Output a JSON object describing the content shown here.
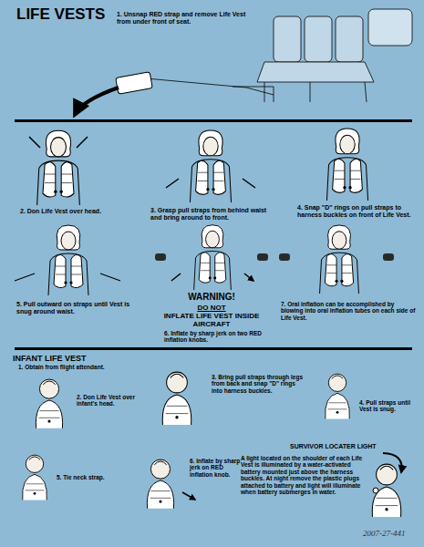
{
  "diagram": {
    "title": "LIFE VESTS",
    "labels": [
      "1. Unsnap RED strap and remove Life Vest from under front of seat.",
      "2. Don Life Vest over head.",
      "3. Grasp pull straps from behind waist and bring around to front.",
      "4. Snap \"D\" rings on pull straps to harness buckles on front of Life Vest.",
      "5. Pull outward on straps until Vest is snug around waist.",
      "WARNING!",
      "DO NOT",
      "INFLATE LIFE VEST INSIDE AIRCRAFT",
      "6. Inflate by sharp jerk on two RED inflation knobs.",
      "7. Oral inflation can be accomplished by blowing into oral inflation tubes on each side of Life Vest.",
      "INFANT LIFE VEST",
      "1. Obtain from flight attendant.",
      "2. Don Life Vest over infant's head.",
      "3. Bring pull straps through legs from back and snap \"D\" rings into harness buckles.",
      "4. Pull straps until Vest is snug.",
      "5. Tie neck strap.",
      "6. Inflate by sharp jerk on RED inflation knob.",
      "SURVIVOR LOCATER LIGHT",
      "A light located on the shoulder of each Life Vest is illuminated by a water-activated battery mounted just above the harness buckles. At night remove the plastic plugs attached to battery and light will illuminate when battery submerges in water.",
      "2007-27-441"
    ]
  }
}
